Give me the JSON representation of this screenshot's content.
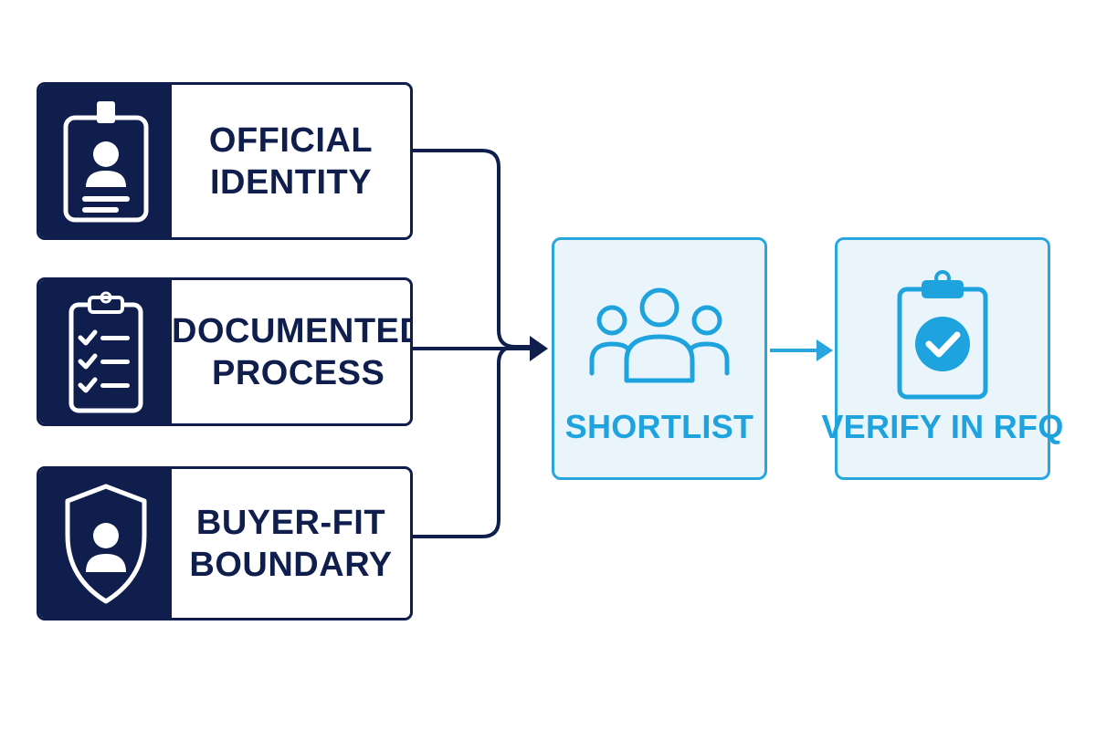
{
  "inputs": [
    {
      "icon": "id-badge-icon",
      "lines": [
        "OFFICIAL",
        "IDENTITY"
      ]
    },
    {
      "icon": "clipboard-checklist-icon",
      "lines": [
        "DOCUMENTED",
        "PROCESS"
      ]
    },
    {
      "icon": "shield-person-icon",
      "lines": [
        "BUYER-FIT",
        "BOUNDARY"
      ]
    }
  ],
  "steps": [
    {
      "icon": "group-icon",
      "label": "SHORTLIST"
    },
    {
      "icon": "clipboard-check-icon",
      "label": "VERIFY IN RFQ"
    }
  ],
  "colors": {
    "navy": "#0f1e4c",
    "blue": "#1ea3df",
    "light_blue_fill": "#eaf5fb"
  }
}
